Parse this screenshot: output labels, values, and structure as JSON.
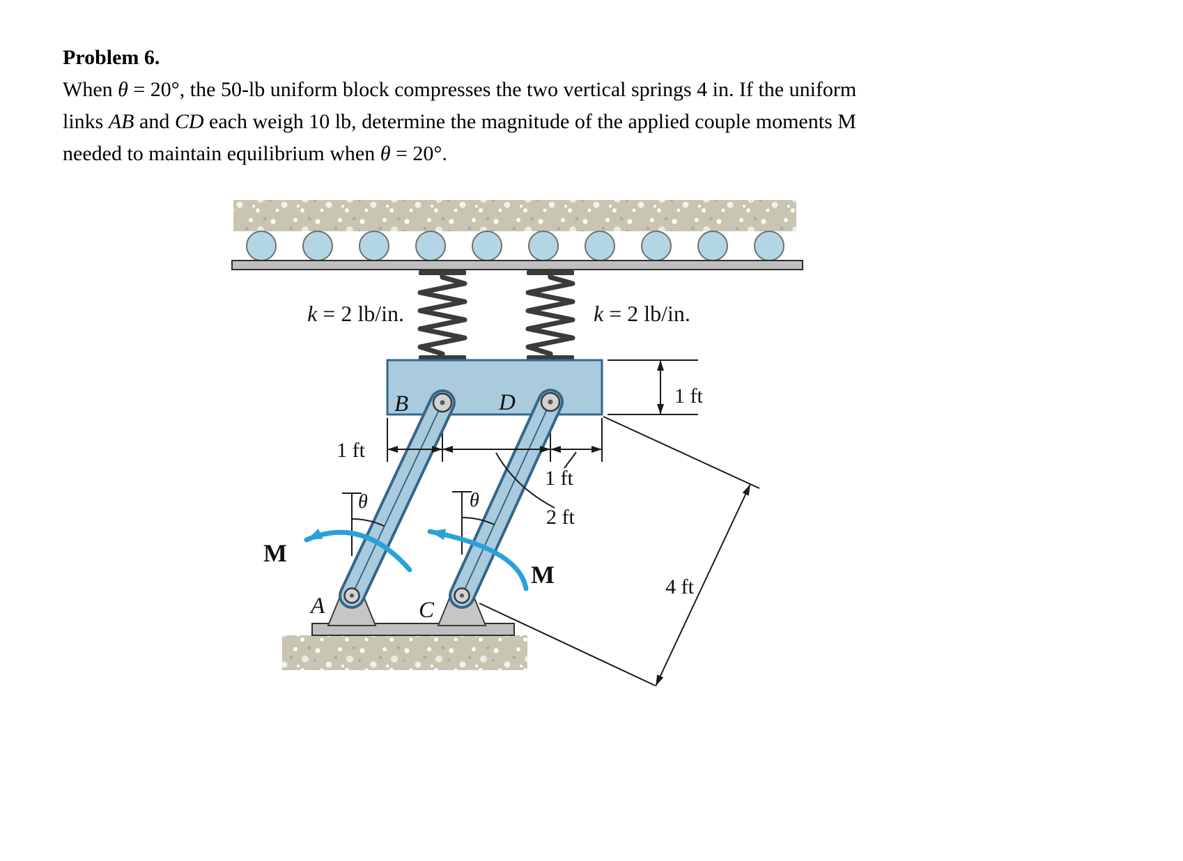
{
  "problem": {
    "title": "Problem 6.",
    "line1": [
      "When ",
      "θ",
      " = 20°, the 50-lb uniform block compresses the two vertical springs 4 in. If the uniform"
    ],
    "line2": [
      "links ",
      "AB",
      " and ",
      "CD",
      " each weigh 10 lb, determine the magnitude of the applied couple moments M"
    ],
    "line3": [
      "needed to maintain equilibrium when ",
      "θ",
      " = 20°."
    ]
  },
  "diagram": {
    "spring_label": {
      "k": "k",
      "rest": " = 2 lb/in."
    },
    "point_labels": {
      "A": "A",
      "B": "B",
      "C": "C",
      "D": "D"
    },
    "angle_label": "θ",
    "moment_label": "M",
    "dims": {
      "block_height": "1 ft",
      "left_offset": "1 ft",
      "right_offset": "1 ft",
      "pin_spacing": "2 ft",
      "link_length": "4 ft"
    },
    "colors": {
      "steel_blue_fill": "#a9cbdd",
      "steel_blue_edge": "#33678a",
      "roller_fill": "#b3d6e5",
      "moment_arrow": "#2aa1d8",
      "metal_gray": "#c6c6c6",
      "texture_tan": "#c9c5b3"
    }
  }
}
